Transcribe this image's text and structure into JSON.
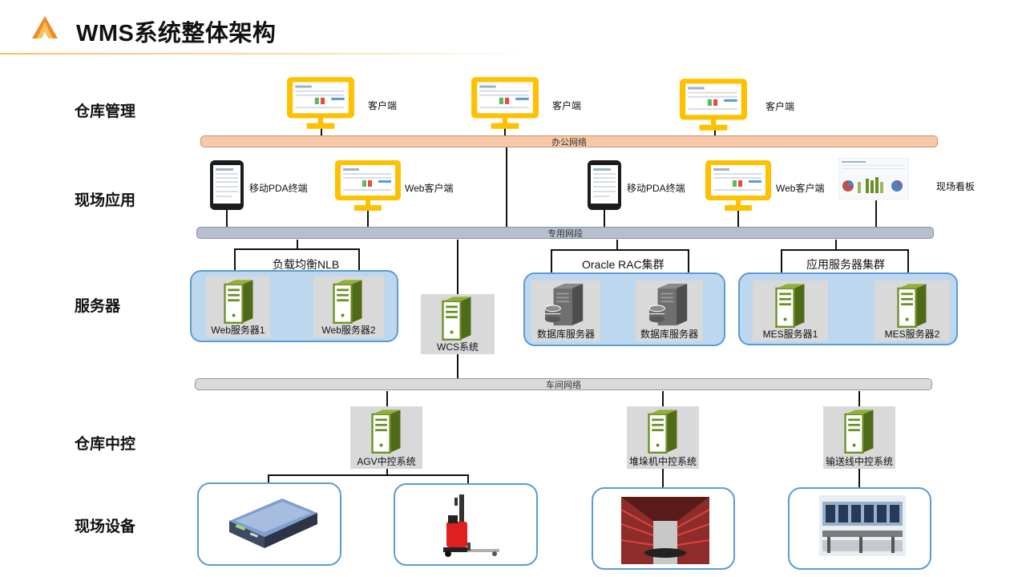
{
  "header": {
    "title": "WMS系统整体架构"
  },
  "layers": {
    "warehouse_mgmt": "仓库管理",
    "field_app": "现场应用",
    "servers": "服务器",
    "central_control": "仓库中控",
    "field_equipment": "现场设备"
  },
  "buses": {
    "office": "办公网络",
    "dedicated": "专用网段",
    "workshop": "车间网络"
  },
  "clients": {
    "client1": "客户端",
    "client2": "客户端",
    "client3": "客户端"
  },
  "field": {
    "pda1": "移动PDA终端",
    "web1": "Web客户端",
    "pda2": "移动PDA终端",
    "web2": "Web客户端",
    "kanban": "现场看板"
  },
  "server_groups": {
    "nlb": "负载均衡NLB",
    "rac": "Oracle RAC集群",
    "app": "应用服务器集群"
  },
  "servers": {
    "web1": "Web服务器1",
    "web2": "Web服务器2",
    "wcs": "WCS系统",
    "db1": "数据库服务器",
    "db2": "数据库服务器",
    "mes1": "MES服务器1",
    "mes2": "MES服务器2"
  },
  "control": {
    "agv": "AGV中控系统",
    "stacker": "堆垛机中控系统",
    "conveyor": "输送线中控系统"
  },
  "colors": {
    "accent": "#f5a623",
    "monitor": "#ffc000",
    "server": "#6b8e23",
    "group_fill": "#bdd7ee",
    "group_border": "#5b9bd5"
  }
}
